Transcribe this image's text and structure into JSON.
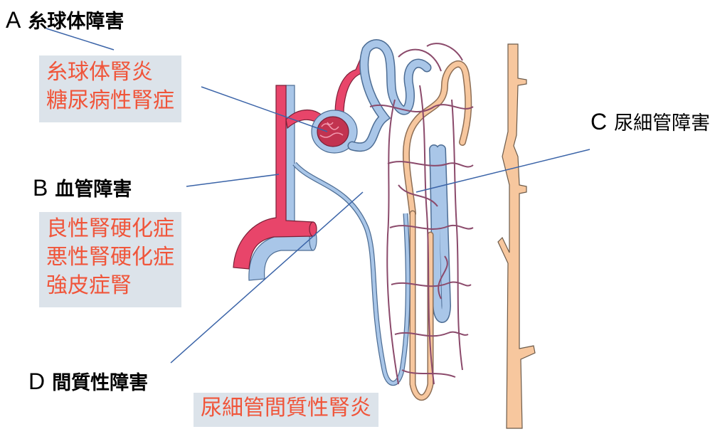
{
  "labels": {
    "a": {
      "letter": "A",
      "text": "糸球体障害"
    },
    "b": {
      "letter": "B",
      "text": "血管障害"
    },
    "c": {
      "letter": "C",
      "text": "尿細管障害"
    },
    "d": {
      "letter": "D",
      "text": "間質性障害"
    }
  },
  "boxes": {
    "glomerular": [
      "糸球体腎炎",
      "糖尿病性腎症"
    ],
    "vascular": [
      "良性腎硬化症",
      "悪性腎硬化症",
      "強皮症腎"
    ],
    "interstitial": [
      "尿細管間質性腎炎"
    ]
  },
  "colors": {
    "artery": "#e8456a",
    "vein": "#a9c6e8",
    "tubule": "#f7c79e",
    "capillary": "#8b4a6b",
    "box_bg": "#dce3ea",
    "box_text": "#f0553a",
    "pointer": "#3b64a8"
  }
}
